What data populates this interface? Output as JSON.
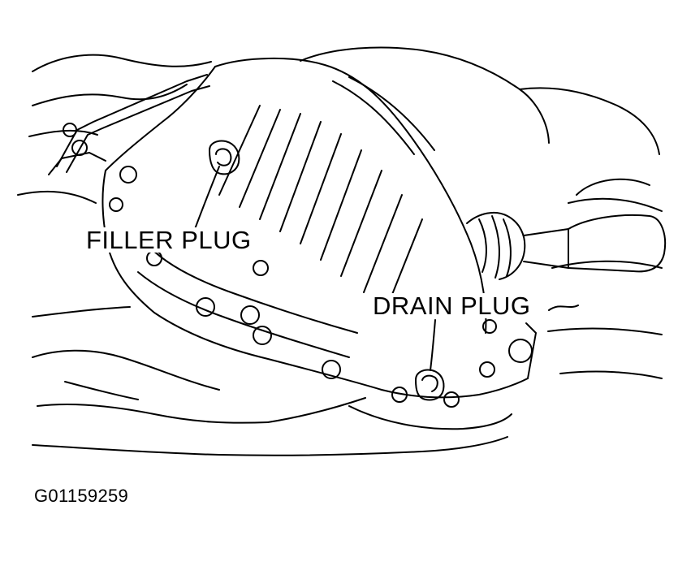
{
  "labels": {
    "filler_plug": "FILLER PLUG",
    "drain_plug": "DRAIN PLUG"
  },
  "figure_id": "G01159259",
  "colors": {
    "ink": "#000000",
    "background": "#ffffff"
  }
}
